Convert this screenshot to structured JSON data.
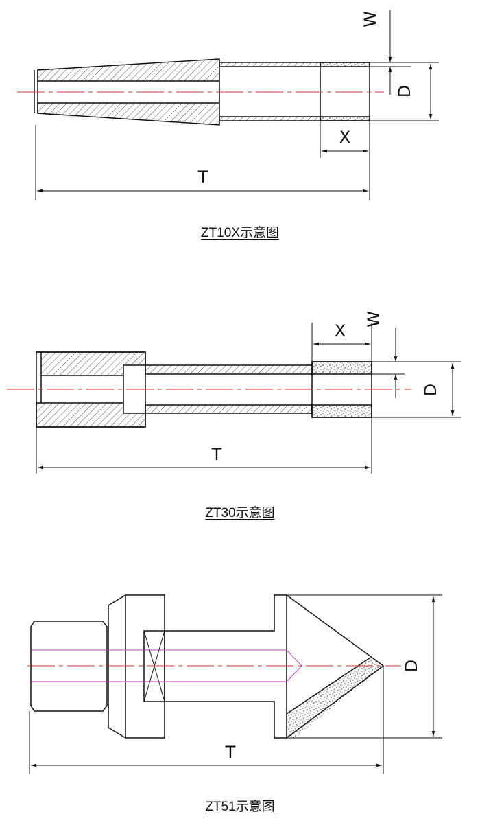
{
  "diagrams": [
    {
      "caption": "ZT10X示意图",
      "labels": {
        "T": "T",
        "D": "D",
        "W": "W",
        "X": "X"
      }
    },
    {
      "caption": "ZT30示意图",
      "labels": {
        "T": "T",
        "D": "D",
        "W": "W",
        "X": "X"
      }
    },
    {
      "caption": "ZT51示意图",
      "labels": {
        "T": "T",
        "D": "D"
      }
    }
  ],
  "colors": {
    "outline": "#111111",
    "centerline": "#e03030",
    "bore": "#c040c0",
    "hatch": "#333333"
  }
}
